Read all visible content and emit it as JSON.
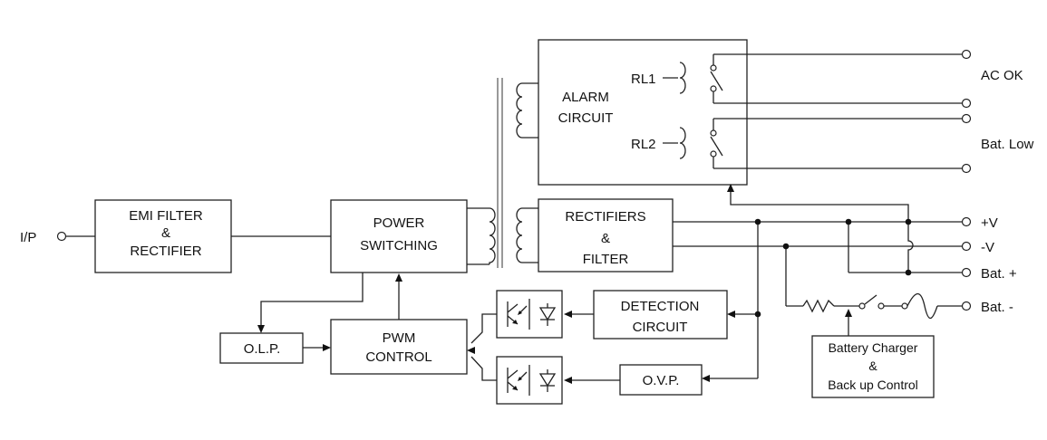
{
  "input_label": "I/P",
  "blocks": {
    "emi_filter": {
      "line1": "EMI FILTER",
      "line2": "&",
      "line3": "RECTIFIER"
    },
    "power_switching": {
      "line1": "POWER",
      "line2": "SWITCHING"
    },
    "pwm_control": {
      "line1": "PWM",
      "line2": "CONTROL"
    },
    "olp": {
      "label": "O.L.P."
    },
    "alarm_circuit": {
      "line1": "ALARM",
      "line2": "CIRCUIT"
    },
    "rectifiers_filter": {
      "line1": "RECTIFIERS",
      "line2": "&",
      "line3": "FILTER"
    },
    "detection_circuit": {
      "line1": "DETECTION",
      "line2": "CIRCUIT"
    },
    "ovp": {
      "label": "O.V.P."
    },
    "battery_charger": {
      "line1": "Battery Charger",
      "line2": "&",
      "line3": "Back up Control"
    }
  },
  "relays": {
    "rl1": "RL1",
    "rl2": "RL2"
  },
  "outputs": {
    "ac_ok": "AC OK",
    "bat_low": "Bat. Low",
    "plus_v": "+V",
    "minus_v": "-V",
    "bat_plus": "Bat. +",
    "bat_minus": "Bat. -"
  }
}
